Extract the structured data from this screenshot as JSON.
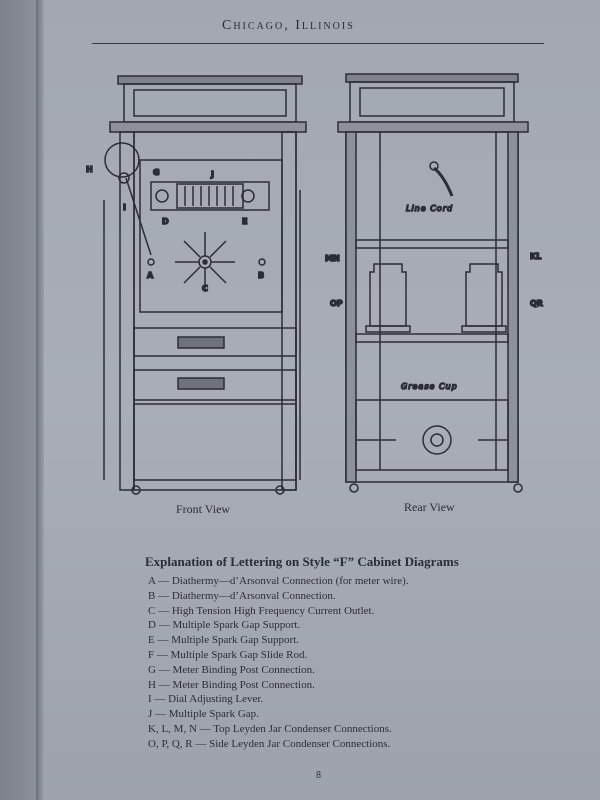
{
  "header": "Chicago, Illinois",
  "diagram_labels": {
    "front": [
      "H",
      "G",
      "J",
      "I",
      "D",
      "E",
      "A",
      "B",
      "C"
    ],
    "rear": [
      "Line Cord",
      "MN",
      "KL",
      "OP",
      "QR",
      "Grease Cup"
    ]
  },
  "captions": {
    "front": "Front View",
    "rear": "Rear View"
  },
  "legend_title": "Explanation of Lettering on Style “F” Cabinet Diagrams",
  "legend": [
    "A — Diathermy—d’Arsonval Connection (for meter wire).",
    "B — Diathermy—d’Arsonval Connection.",
    "C — High Tension High Frequency Current Outlet.",
    "D — Multiple Spark Gap Support.",
    "E — Multiple Spark Gap Support.",
    "F — Multiple Spark Gap Slide Rod.",
    "G — Meter Binding Post Connection.",
    "H — Meter Binding Post Connection.",
    "I — Dial Adjusting Lever.",
    "J — Multiple Spark Gap.",
    "K, L, M, N — Top Leyden Jar Condenser Connections.",
    "O, P, Q, R — Side Leyden Jar Condenser Connections."
  ],
  "page_number": "8"
}
